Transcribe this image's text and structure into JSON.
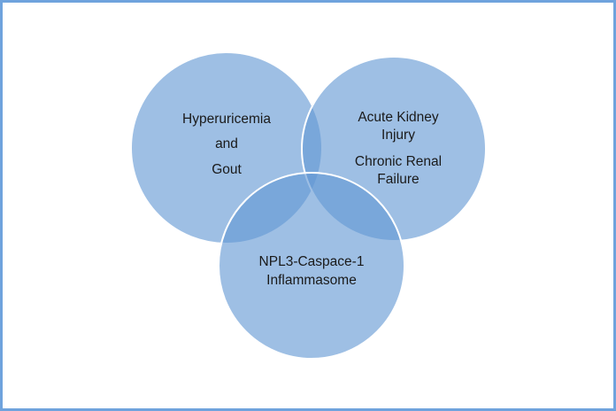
{
  "diagram": {
    "type": "venn",
    "sets": [
      {
        "id": "left",
        "lines": [
          "Hyperuricemia",
          "and",
          "Gout"
        ]
      },
      {
        "id": "right",
        "lines": [
          "Acute Kidney",
          "Injury",
          "Chronic Renal",
          "Failure"
        ]
      },
      {
        "id": "bottom",
        "lines": [
          "NPL3-Caspace-1",
          "Inflammasome"
        ]
      }
    ],
    "colors": {
      "border": "#6fa3dd",
      "circle": "#6298d4"
    }
  }
}
